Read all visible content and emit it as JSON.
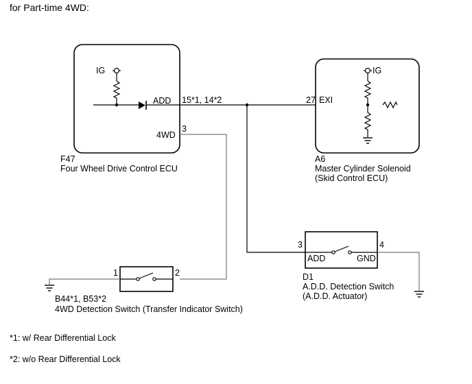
{
  "heading": "for Part-time 4WD:",
  "ecu_f47": {
    "ig": "IG",
    "add_pin": "ADD",
    "add_terminals": "15*1, 14*2",
    "wd_pin": "4WD",
    "wd_terminal": "3",
    "code": "F47",
    "name": "Four Wheel Drive Control ECU"
  },
  "ecu_a6": {
    "ig": "IG",
    "exi_terminal": "27",
    "exi_pin": "EXI",
    "code": "A6",
    "name": "Master Cylinder Solenoid",
    "subname": "(Skid Control ECU)"
  },
  "switch_d1": {
    "term_in": "3",
    "term_out": "4",
    "left_label": "ADD",
    "right_label": "GND",
    "code": "D1",
    "name": "A.D.D. Detection Switch",
    "subname": "(A.D.D. Actuator)"
  },
  "switch_b44": {
    "term_left": "1",
    "term_right": "2",
    "code": "B44*1, B53*2",
    "name": "4WD Detection Switch (Transfer Indicator Switch)"
  },
  "footnotes": [
    "*1: w/ Rear Differential Lock",
    "*2: w/o Rear Differential Lock"
  ]
}
